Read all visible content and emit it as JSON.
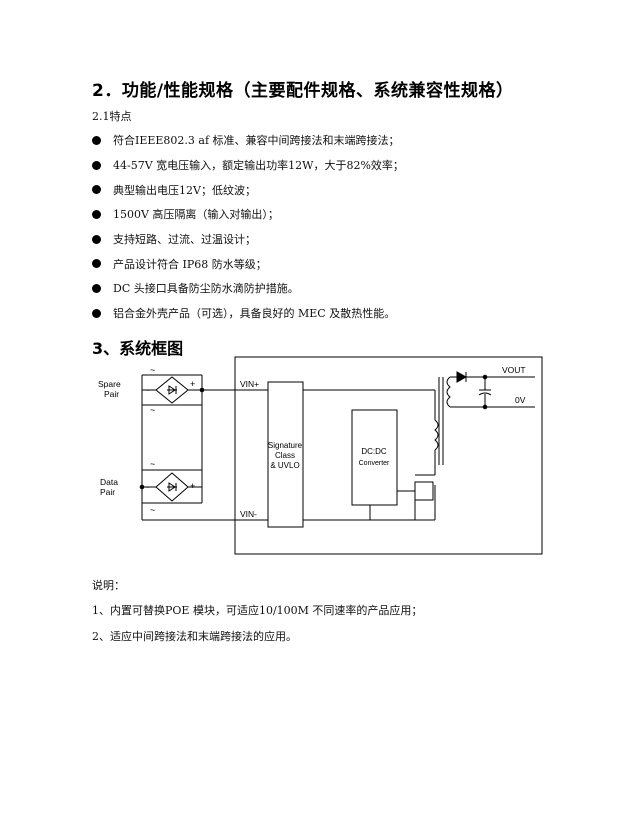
{
  "section2": {
    "title": "2．功能/性能规格（主要配件规格、系统兼容性规格）",
    "subtitle": "2.1特点",
    "features": [
      "符合IEEE802.3 af 标准、兼容中间跨接法和末端跨接法；",
      "44-57V 宽电压输入，额定输出功率12W，大于82%效率；",
      "典型输出电压12V；低纹波；",
      "1500V 高压隔离（输入对输出）；",
      "支持短路、过流、过温设计；",
      "产品设计符合 IP68 防水等级；",
      "DC 头接口具备防尘防水滴防护措施。",
      "铝合金外壳产品（可选），具备良好的 MEC 及散热性能。"
    ]
  },
  "section3": {
    "title": "3、系统框图",
    "diagram": {
      "spare_pair_line1": "Spare",
      "spare_pair_line2": "Pair",
      "data_pair_line1": "Data",
      "data_pair_line2": "Pair",
      "vin_plus": "VIN+",
      "vin_minus": "VIN-",
      "signature_line1": "Signature",
      "signature_line2": "Class",
      "signature_line3": "& UVLO",
      "dcdc_line1": "DC:DC",
      "dcdc_line2": "Converter",
      "vout": "VOUT",
      "zero_v": "0V",
      "tilde": "~",
      "plus": "+",
      "minus": "-"
    }
  },
  "notes": {
    "title": "说明：",
    "items": [
      "1、内置可替换POE 模块，可适应10/100M 不同速率的产品应用；",
      "2、适应中间跨接法和末端跨接法的应用。"
    ]
  }
}
